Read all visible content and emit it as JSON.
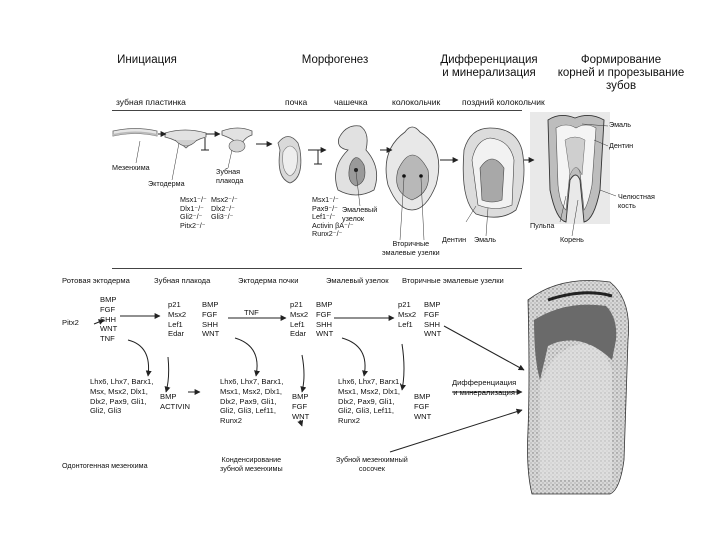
{
  "stages": [
    "Инициация",
    "Морфогенез",
    "Дифференциация\nи минерализация",
    "Формирование\nкорней и прорезывание\nзубов"
  ],
  "substages": [
    "зубная пластинка",
    "почка",
    "чашечка",
    "колокольчик",
    "поздний колокольчик"
  ],
  "labels_top": {
    "mesenchyme": "Мезенхима",
    "ectoderm": "Эктодерма",
    "placode": "Зубная\nплакода",
    "knot": "Эмалевый\nузелок",
    "secondary_knots": "Вторичные\nэмалевые узелки",
    "dentin": "Дентин",
    "enamel_mid": "Эмаль",
    "enamel_right": "Эмаль",
    "dentin_right": "Дентин",
    "bone": "Челюстная\nкость",
    "pulp": "Пульпа",
    "root": "Корень"
  },
  "mutants": {
    "group1": "Msx1⁻/⁻\nDlx1⁻/⁻\nGli2⁻/⁻\nPitx2⁻/⁻",
    "group2": "Msx2⁻/⁻\nDlx2⁻/⁻\nGli3⁻/⁻",
    "group3": "Msx1⁻/⁻\nPax9⁻/⁻\nLef1⁻/⁻\nActivin βA⁻/⁻\nRunx2⁻/⁻"
  },
  "epithelium_row": [
    "Ротовая эктодерма",
    "Зубная плакода",
    "Эктодерма почки",
    "Эмалевый узелок",
    "Вторичные эмалевые узелки"
  ],
  "pitx2": "Pitx2",
  "factors": {
    "oral": "BMP\nFGF\nSHH\nWNT\nTNF",
    "p1a": "p21\nMsx2\nLef1\nEdar",
    "p1b": "BMP\nFGF\nSHH\nWNT",
    "tnf": "TNF",
    "p2a": "p21\nMsx2\nLef1\nEdar",
    "p2b": "BMP\nFGF\nSHH\nWNT",
    "p3a": "p21\nMsx2\nLef1",
    "p3b": "BMP\nFGF\nSHH\nWNT"
  },
  "mesenchyme": {
    "m1": "Lhx6, Lhx7, Barx1,\nMsx, Msx2, Dlx1,\nDlx2, Pax9, Gli1,\nGli2, Gli3",
    "s1": "BMP\nACTIVIN",
    "m2": "Lhx6, Lhx7, Barx1,\nMsx1, Msx2, Dlx1,\nDlx2, Pax9, Gli1,\nGli2, Gli3, Lef11,\nRunx2",
    "s2": "BMP\nFGF\nWNT",
    "m3": "Lhx6, Lhx7, Barx1,\nMsx1, Msx2, Dlx1,\nDlx2, Pax9, Gli1,\nGli2, Gli3, Lef11,\nRunx2",
    "s3": "BMP\nFGF\nWNT",
    "diff": "Дифференциация\nи минерализация"
  },
  "bottom": {
    "odonto": "Одонтогенная мезенхима",
    "condense": "Конденсирование\nзубной мезенхимы",
    "papilla": "Зубной мезенхимный\nсосочек"
  }
}
